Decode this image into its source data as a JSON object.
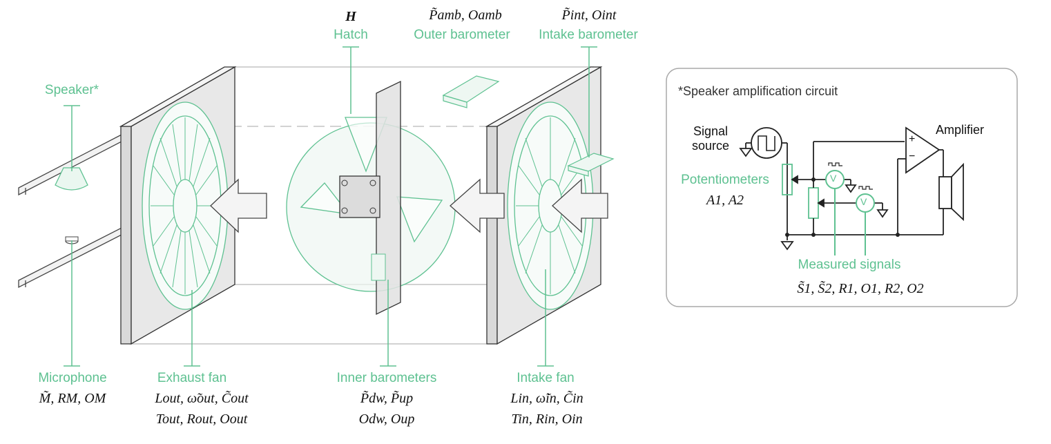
{
  "colors": {
    "accent": "#5ec191",
    "panel": "#e8e8e8",
    "stroke": "#333333",
    "frame": "#bdbdbd"
  },
  "components": {
    "hatch": {
      "symbol": "H",
      "label": "Hatch"
    },
    "outer_barometer": {
      "symbol": "P̃amb, Oamb",
      "label": "Outer barometer"
    },
    "intake_barometer": {
      "symbol": "P̃int, Oint",
      "label": "Intake barometer"
    },
    "speaker": {
      "label": "Speaker*"
    },
    "microphone": {
      "label": "Microphone",
      "symbol": "M̃, RM, OM"
    },
    "exhaust_fan": {
      "label": "Exhaust fan",
      "symbol_line1": "Lout, ω̃out, C̃out",
      "symbol_line2": "Tout, Rout, Oout"
    },
    "inner_barometers": {
      "label": "Inner barometers",
      "symbol_line1": "P̃dw, P̃up",
      "symbol_line2": "Odw, Oup"
    },
    "intake_fan": {
      "label": "Intake fan",
      "symbol_line1": "Lin, ω̃in, C̃in",
      "symbol_line2": "Tin, Rin, Oin"
    }
  },
  "circuit": {
    "title": "*Speaker amplification circuit",
    "signal_source_line1": "Signal",
    "signal_source_line2": "source",
    "amplifier": "Amplifier",
    "potentiometers": "Potentiometers",
    "potentiometers_symbol": "A1, A2",
    "measured_signals": "Measured signals",
    "measured_symbol": "S̃1, S̃2, R1, O1, R2, O2",
    "voltmeter_glyph": "V",
    "plus": "+",
    "minus": "−"
  }
}
